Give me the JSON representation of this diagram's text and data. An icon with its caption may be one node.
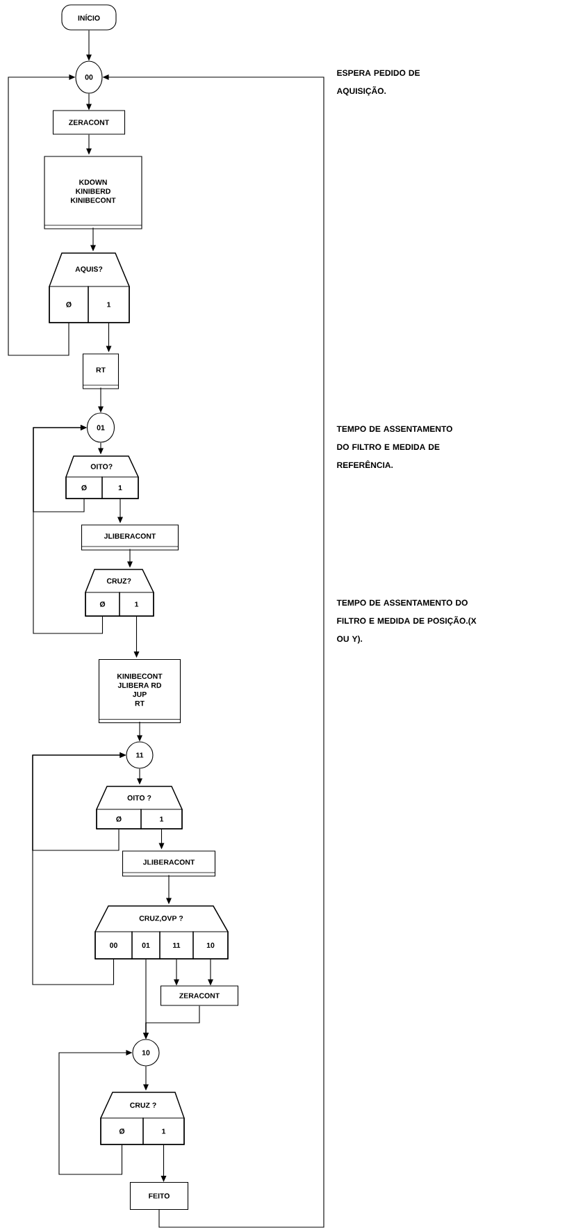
{
  "diagram": {
    "nodes": [
      {
        "text": [
          "INÍCIO"
        ]
      },
      {
        "text": [
          "00"
        ]
      },
      {
        "text": [
          "ZERACONT"
        ]
      },
      {
        "text": [
          "KDOWN",
          "KINIBERD",
          "KINIBECONT"
        ]
      },
      {
        "text": [
          "AQUIS?"
        ]
      },
      {
        "text": [
          "Ø"
        ],
        "in": 4
      },
      {
        "text": [
          "1"
        ],
        "in": 4
      },
      {
        "text": [
          "RT"
        ]
      },
      {
        "text": [
          "01"
        ]
      },
      {
        "text": [
          "OITO?"
        ]
      },
      {
        "text": [
          "Ø"
        ],
        "in": 9
      },
      {
        "text": [
          "1"
        ],
        "in": 9
      },
      {
        "text": [
          "JLIBERACONT"
        ]
      },
      {
        "text": [
          "CRUZ?"
        ]
      },
      {
        "text": [
          "Ø"
        ],
        "in": 13
      },
      {
        "text": [
          "1"
        ],
        "in": 13
      },
      {
        "text": [
          "KINIBECONT",
          "JLIBERA RD",
          "JUP",
          "RT"
        ]
      },
      {
        "text": [
          "11"
        ]
      },
      {
        "text": [
          "OITO ?"
        ]
      },
      {
        "text": [
          "Ø"
        ],
        "in": 18
      },
      {
        "text": [
          "1"
        ],
        "in": 18
      },
      {
        "text": [
          "JLIBERACONT"
        ]
      },
      {
        "text": [
          "CRUZ,OVP ?"
        ]
      },
      {
        "text": [
          "00"
        ],
        "in": 22
      },
      {
        "text": [
          "01"
        ],
        "in": 22
      },
      {
        "text": [
          "11"
        ],
        "in": 22
      },
      {
        "text": [
          "10"
        ],
        "in": 22
      },
      {
        "text": [
          "ZERACONT"
        ]
      },
      {
        "text": [
          "10"
        ]
      },
      {
        "text": [
          "CRUZ ?"
        ]
      },
      {
        "text": [
          "Ø"
        ],
        "in": 29
      },
      {
        "text": [
          "1"
        ],
        "in": 29
      },
      {
        "text": [
          "FEITO"
        ]
      }
    ],
    "edges": [
      {
        "from": 0,
        "to": 1,
        "arrow": "to"
      },
      {
        "from": 1,
        "to": 2,
        "arrow": "to"
      },
      {
        "from": 2,
        "to": 3,
        "arrow": "to"
      },
      {
        "from": 3,
        "to": 4,
        "arrow": "to"
      },
      {
        "from": 5,
        "to": 1,
        "arrow": "to"
      },
      {
        "from": 6,
        "to": 7,
        "arrow": "to"
      },
      {
        "from": 7,
        "to": 8,
        "arrow": "to"
      },
      {
        "from": 8,
        "to": 9,
        "arrow": "to"
      },
      {
        "from": 10,
        "to": 8,
        "arrow": "to"
      },
      {
        "from": 11,
        "to": 12,
        "arrow": "to"
      },
      {
        "from": 12,
        "to": 13,
        "arrow": "to"
      },
      {
        "from": 14,
        "to": 8,
        "arrow": "to"
      },
      {
        "from": 15,
        "to": 16,
        "arrow": "to"
      },
      {
        "from": 16,
        "to": 17,
        "arrow": "to"
      },
      {
        "from": 17,
        "to": 18,
        "arrow": "to"
      },
      {
        "from": 19,
        "to": 17,
        "arrow": "to"
      },
      {
        "from": 20,
        "to": 21,
        "arrow": "to"
      },
      {
        "from": 21,
        "to": 22,
        "arrow": "to"
      },
      {
        "from": 23,
        "to": 17,
        "arrow": "to"
      },
      {
        "from": 24,
        "to": 28,
        "arrow": "to"
      },
      {
        "from": 25,
        "to": 27,
        "arrow": "to"
      },
      {
        "from": 26,
        "to": 27,
        "arrow": "to"
      },
      {
        "from": 27,
        "to": 28,
        "arrow": "to"
      },
      {
        "from": 28,
        "to": 29,
        "arrow": "to"
      },
      {
        "from": 30,
        "to": 28,
        "arrow": "to"
      },
      {
        "from": 31,
        "to": 32,
        "arrow": "to"
      },
      {
        "from": 32,
        "to": 1,
        "arrow": "to"
      }
    ],
    "labels": [
      "ESPERA PEDIDO DE AQUISIÇÃO.",
      "TEMPO DE ASSENTAMENTO DO FILTRO E MEDIDA DE REFERÊNCIA.",
      "TEMPO DE ASSENTAMENTO DO FILTRO E MEDIDA DE POSIÇÃO.(X OU Y)."
    ]
  }
}
